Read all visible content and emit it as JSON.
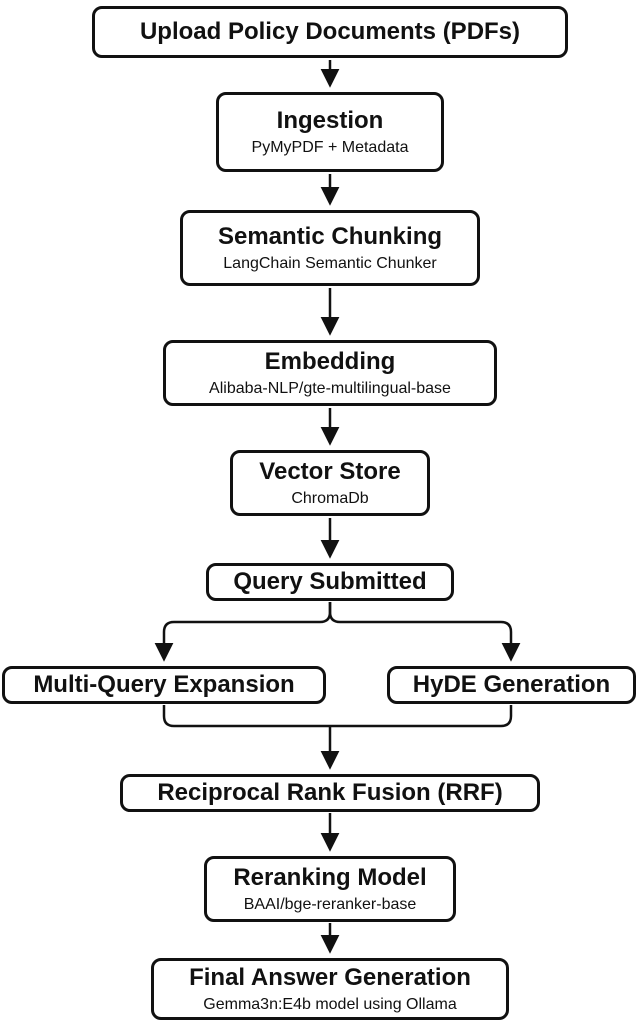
{
  "diagram": {
    "title": "RAG pipeline flowchart",
    "colors": {
      "background": "#ffffff",
      "box_border": "#111111",
      "box_fill": "#ffffff",
      "text": "#111111",
      "arrow": "#111111"
    },
    "nodes": {
      "upload": {
        "title": "Upload Policy Documents (PDFs)"
      },
      "ingestion": {
        "title": "Ingestion",
        "subtitle": "PyMyPDF + Metadata"
      },
      "chunking": {
        "title": "Semantic Chunking",
        "subtitle": "LangChain Semantic Chunker"
      },
      "embedding": {
        "title": "Embedding",
        "subtitle": "Alibaba-NLP/gte-multilingual-base"
      },
      "vector": {
        "title": "Vector Store",
        "subtitle": "ChromaDb"
      },
      "query": {
        "title": "Query Submitted"
      },
      "multi": {
        "title": "Multi-Query Expansion"
      },
      "hyde": {
        "title": "HyDE Generation"
      },
      "rrf": {
        "title": "Reciprocal Rank Fusion (RRF)"
      },
      "rerank": {
        "title": "Reranking Model",
        "subtitle": "BAAI/bge-reranker-base"
      },
      "final": {
        "title": "Final Answer Generation",
        "subtitle": "Gemma3n:E4b model using Ollama"
      }
    },
    "edges": [
      "upload -> ingestion",
      "ingestion -> chunking",
      "chunking -> embedding",
      "embedding -> vector",
      "vector -> query",
      "query -> multi",
      "query -> hyde",
      "multi -> rrf",
      "hyde -> rrf",
      "rrf -> rerank",
      "rerank -> final"
    ]
  }
}
